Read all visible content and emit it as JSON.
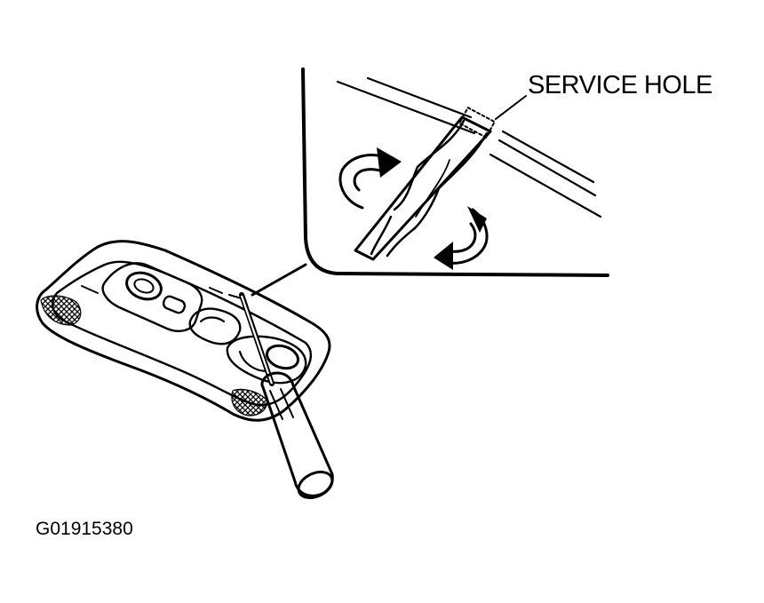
{
  "callout": {
    "service_hole": "SERVICE HOLE"
  },
  "figure_id": "G01915380",
  "icons": [
    "dome-light-lens",
    "screwdriver",
    "rotation-arrow",
    "service-hole-detail"
  ],
  "colors": {
    "ink": "#000000",
    "paper": "#ffffff"
  }
}
